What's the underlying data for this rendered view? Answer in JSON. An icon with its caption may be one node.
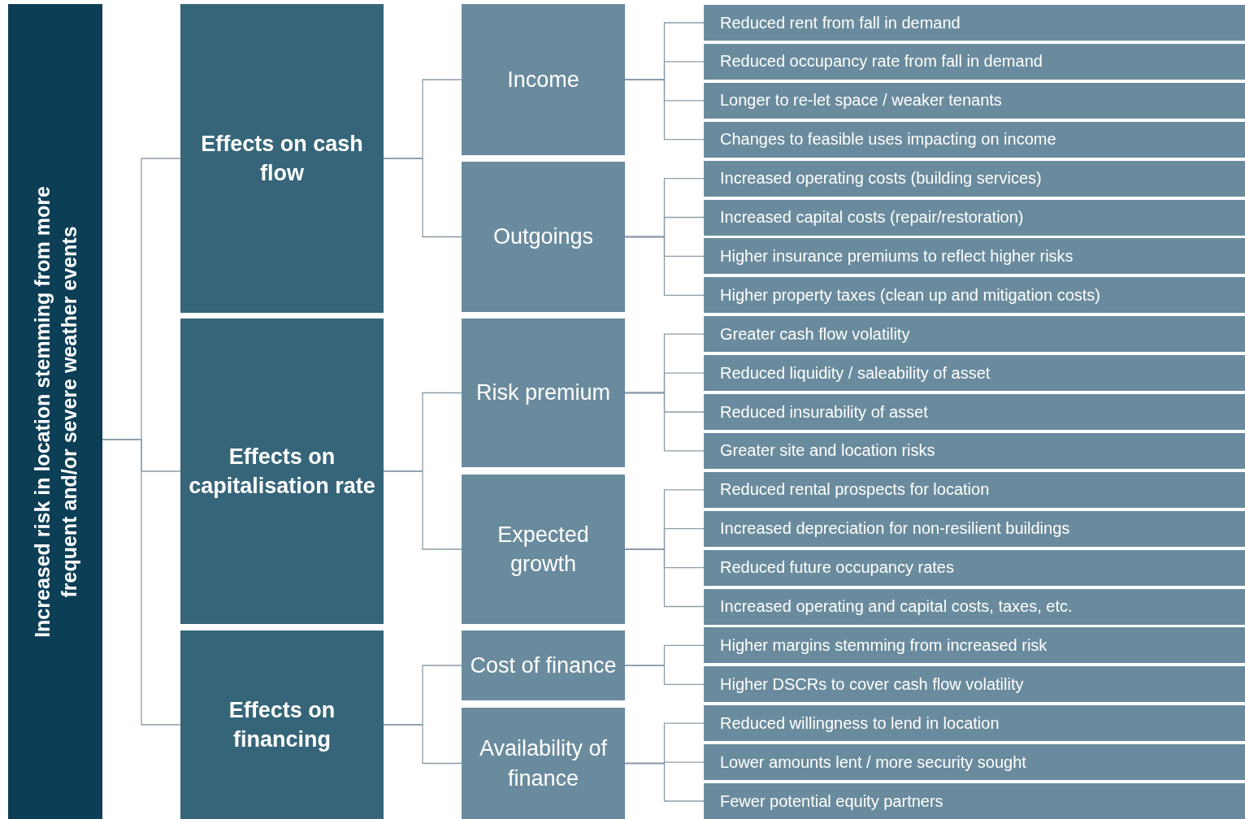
{
  "diagram": {
    "nodes": [
      {
        "text": [
          "Increased risk in location stemming from more frequent and/or severe weather events"
        ]
      },
      {
        "text": [
          "Effects on cash flow"
        ]
      },
      {
        "text": [
          "Effects on capitalisation rate"
        ]
      },
      {
        "text": [
          "Effects on financing"
        ]
      },
      {
        "text": [
          "Income"
        ]
      },
      {
        "text": [
          "Outgoings"
        ]
      },
      {
        "text": [
          "Risk premium"
        ]
      },
      {
        "text": [
          "Expected growth"
        ]
      },
      {
        "text": [
          "Cost of finance"
        ]
      },
      {
        "text": [
          "Availability of finance"
        ]
      },
      {
        "text": [
          "Reduced rent from fall in demand"
        ]
      },
      {
        "text": [
          "Reduced occupancy rate from fall in demand"
        ]
      },
      {
        "text": [
          "Longer to re-let space / weaker tenants"
        ]
      },
      {
        "text": [
          "Changes to feasible uses impacting on income"
        ]
      },
      {
        "text": [
          "Increased operating costs (building services)"
        ]
      },
      {
        "text": [
          "Increased capital costs (repair/restoration)"
        ]
      },
      {
        "text": [
          "Higher insurance premiums to reflect higher risks"
        ]
      },
      {
        "text": [
          "Higher property taxes (clean up and mitigation costs)"
        ]
      },
      {
        "text": [
          "Greater cash flow volatility"
        ]
      },
      {
        "text": [
          "Reduced liquidity / saleability of asset"
        ]
      },
      {
        "text": [
          "Reduced insurability of asset"
        ]
      },
      {
        "text": [
          "Greater site and location risks"
        ]
      },
      {
        "text": [
          "Reduced rental prospects for location"
        ]
      },
      {
        "text": [
          "Increased depreciation for non-resilient buildings"
        ]
      },
      {
        "text": [
          "Reduced future occupancy rates"
        ]
      },
      {
        "text": [
          "Increased operating and capital costs, taxes, etc."
        ]
      },
      {
        "text": [
          "Higher margins stemming from increased risk"
        ]
      },
      {
        "text": [
          "Higher DSCRs to cover cash flow volatility"
        ]
      },
      {
        "text": [
          "Reduced willingness to lend in location"
        ]
      },
      {
        "text": [
          "Lower amounts lent / more security sought"
        ]
      },
      {
        "text": [
          "Fewer potential equity partners"
        ]
      }
    ],
    "edges": [
      {
        "from": 0,
        "to": 1,
        "arrow": "none"
      },
      {
        "from": 0,
        "to": 2,
        "arrow": "none"
      },
      {
        "from": 0,
        "to": 3,
        "arrow": "none"
      },
      {
        "from": 1,
        "to": 4,
        "arrow": "none"
      },
      {
        "from": 1,
        "to": 5,
        "arrow": "none"
      },
      {
        "from": 2,
        "to": 6,
        "arrow": "none"
      },
      {
        "from": 2,
        "to": 7,
        "arrow": "none"
      },
      {
        "from": 3,
        "to": 8,
        "arrow": "none"
      },
      {
        "from": 3,
        "to": 9,
        "arrow": "none"
      },
      {
        "from": 4,
        "to": 10,
        "arrow": "none"
      },
      {
        "from": 4,
        "to": 11,
        "arrow": "none"
      },
      {
        "from": 4,
        "to": 12,
        "arrow": "none"
      },
      {
        "from": 4,
        "to": 13,
        "arrow": "none"
      },
      {
        "from": 5,
        "to": 14,
        "arrow": "none"
      },
      {
        "from": 5,
        "to": 15,
        "arrow": "none"
      },
      {
        "from": 5,
        "to": 16,
        "arrow": "none"
      },
      {
        "from": 5,
        "to": 17,
        "arrow": "none"
      },
      {
        "from": 6,
        "to": 18,
        "arrow": "none"
      },
      {
        "from": 6,
        "to": 19,
        "arrow": "none"
      },
      {
        "from": 6,
        "to": 20,
        "arrow": "none"
      },
      {
        "from": 6,
        "to": 21,
        "arrow": "none"
      },
      {
        "from": 7,
        "to": 22,
        "arrow": "none"
      },
      {
        "from": 7,
        "to": 23,
        "arrow": "none"
      },
      {
        "from": 7,
        "to": 24,
        "arrow": "none"
      },
      {
        "from": 7,
        "to": 25,
        "arrow": "none"
      },
      {
        "from": 8,
        "to": 26,
        "arrow": "none"
      },
      {
        "from": 8,
        "to": 27,
        "arrow": "none"
      },
      {
        "from": 9,
        "to": 28,
        "arrow": "none"
      },
      {
        "from": 9,
        "to": 29,
        "arrow": "none"
      },
      {
        "from": 9,
        "to": 30,
        "arrow": "none"
      }
    ]
  }
}
